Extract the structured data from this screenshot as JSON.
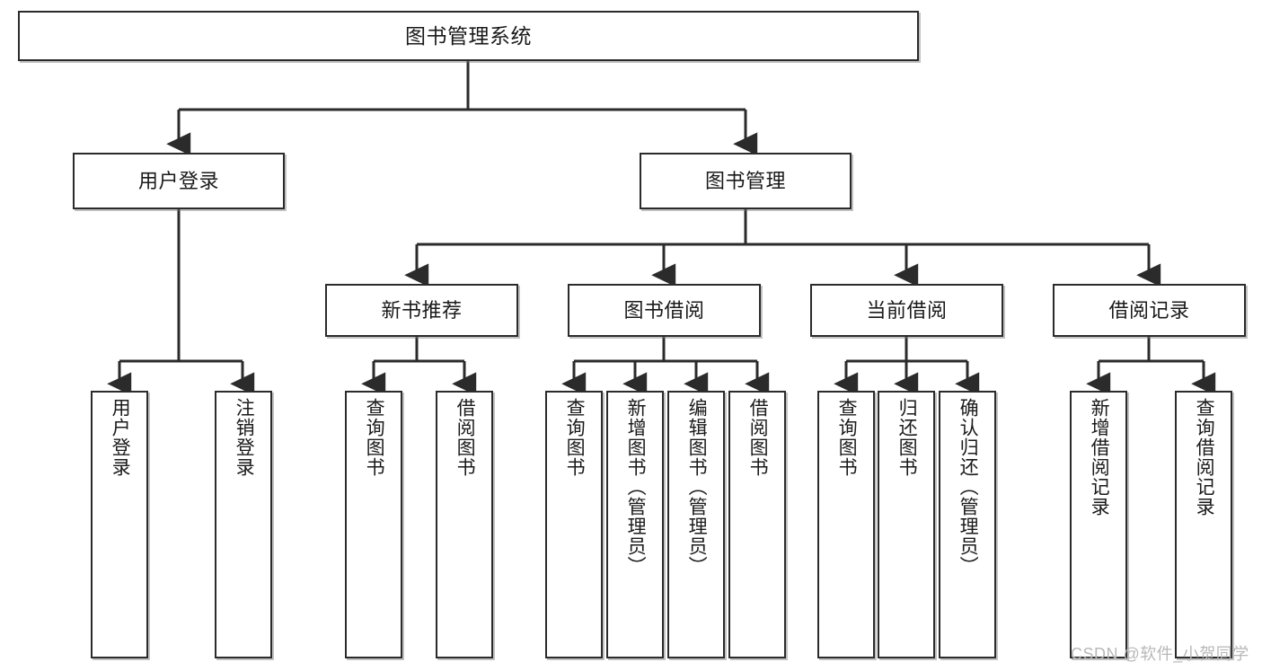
{
  "diagram": {
    "title_node": {
      "label": "图书管理系统"
    },
    "level2": [
      {
        "label": "用户登录"
      },
      {
        "label": "图书管理"
      }
    ],
    "level3": [
      {
        "label": "新书推荐"
      },
      {
        "label": "图书借阅"
      },
      {
        "label": "当前借阅"
      },
      {
        "label": "借阅记录"
      }
    ],
    "leaves": [
      {
        "label": "用户登录"
      },
      {
        "label": "注销登录"
      },
      {
        "label": "查询图书"
      },
      {
        "label": "借阅图书"
      },
      {
        "label": "查询图书"
      },
      {
        "label": "新增图书（管理员）"
      },
      {
        "label": "编辑图书（管理员）"
      },
      {
        "label": "借阅图书"
      },
      {
        "label": "查询图书"
      },
      {
        "label": "归还图书"
      },
      {
        "label": "确认归还（管理员）"
      },
      {
        "label": "新增借阅记录"
      },
      {
        "label": "查询借阅记录"
      }
    ],
    "watermark": "CSDN @软件_小贺同学",
    "colors": {
      "stroke": "#2b2b2b",
      "fill": "#ffffff",
      "text": "#1a1a1a",
      "watermark": "#b8b8b8",
      "background": "#ffffff"
    }
  }
}
